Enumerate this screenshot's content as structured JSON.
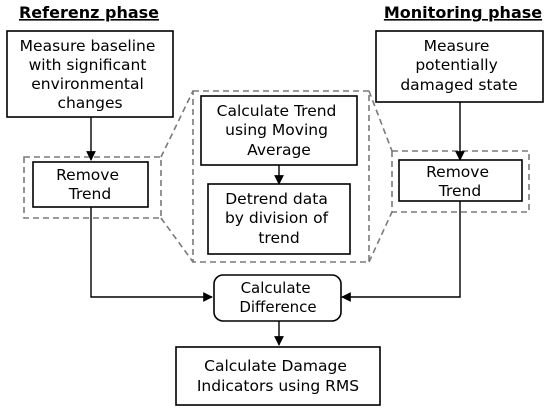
{
  "headers": {
    "reference": "Referenz phase",
    "monitoring": "Monitoring phase"
  },
  "nodes": {
    "measure_baseline": [
      "Measure baseline",
      "with significant",
      "environmental",
      "changes"
    ],
    "measure_damaged": [
      "Measure",
      "potentially",
      "damaged state"
    ],
    "remove_trend_left": [
      "Remove",
      "Trend"
    ],
    "remove_trend_right": [
      "Remove",
      "Trend"
    ],
    "calc_trend": [
      "Calculate Trend",
      "using Moving",
      "Average"
    ],
    "detrend": [
      "Detrend data",
      "by division of",
      "trend"
    ],
    "calc_difference": [
      "Calculate",
      "Difference"
    ],
    "calc_damage": [
      "Calculate Damage",
      "Indicators using RMS"
    ]
  }
}
